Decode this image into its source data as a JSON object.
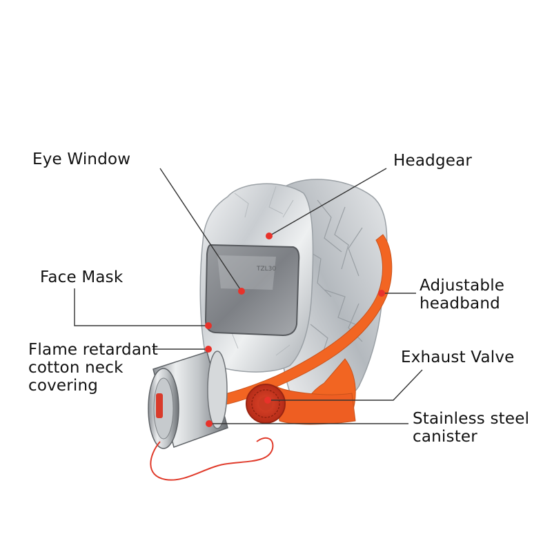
{
  "labels": {
    "eye_window": "Eye Window",
    "headgear": "Headgear",
    "face_mask": "Face Mask",
    "adjustable_headband": "Adjustable\nheadband",
    "flame_retardant": "Flame retardant\ncotton neck\ncovering",
    "exhaust_valve": "Exhaust Valve",
    "stainless_canister": "Stainless steel\ncanister"
  },
  "colors": {
    "background": "#ffffff",
    "text": "#111111",
    "leader_line": "#333333",
    "marker_dot": "#e8322a",
    "strap_orange": "#f26522",
    "foil_silver": "#cfd3d6",
    "canister_steel": "#b9bdc0",
    "visor_tint": "#8c8f93"
  }
}
